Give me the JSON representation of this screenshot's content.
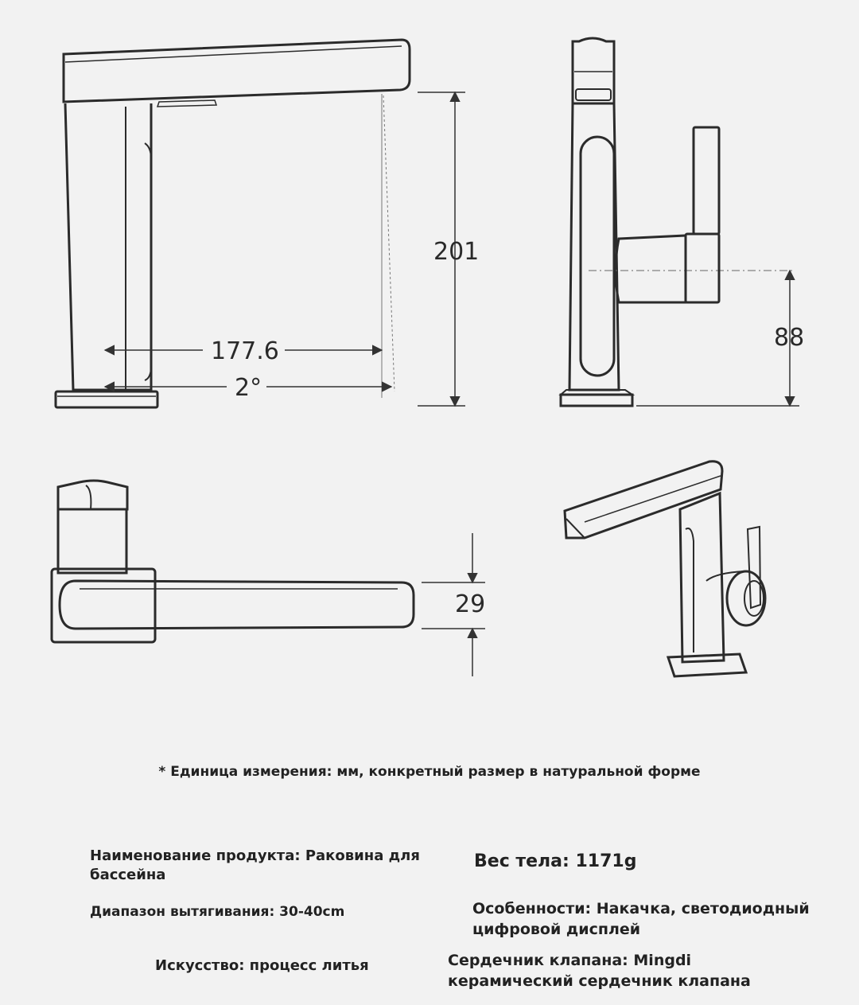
{
  "dimensions": {
    "height_total": "201",
    "reach": "177.6",
    "angle": "2°",
    "handle_height": "88",
    "spout_thickness": "29"
  },
  "note": "* Единица измерения: мм, конкретный размер в натуральной форме",
  "specs": {
    "product_name": "Наименование продукта: Раковина для бассейна",
    "pull_range": "Диапазон вытягивания: 30-40cm",
    "craft": "Искусство: процесс литья",
    "weight": "Вес тела: 1171g",
    "features": "Особенности: Накачка, светодиодный цифровой дисплей",
    "valve_core": "Сердечник клапана: Mingdi керамический сердечник клапана"
  }
}
